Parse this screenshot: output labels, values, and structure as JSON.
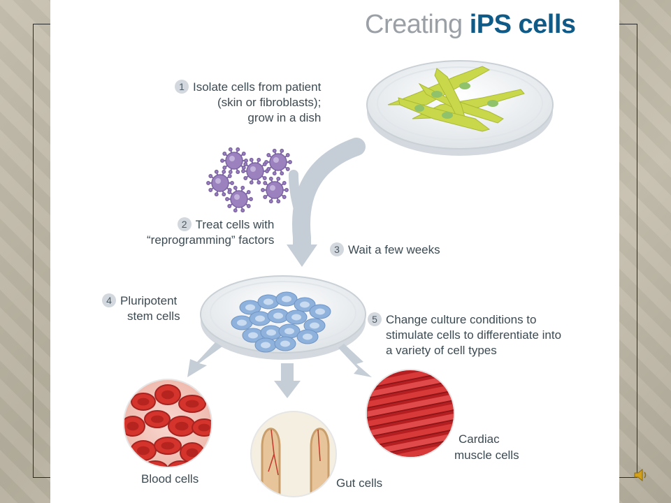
{
  "title": {
    "light": "Creating ",
    "bold": "iPS cells"
  },
  "steps": [
    {
      "num": "1",
      "lines": [
        "Isolate cells from patient",
        "(skin or fibroblasts);",
        "grow in a dish"
      ]
    },
    {
      "num": "2",
      "lines": [
        "Treat cells with",
        "“reprogramming” factors"
      ]
    },
    {
      "num": "3",
      "lines": [
        "Wait a few weeks"
      ]
    },
    {
      "num": "4",
      "lines": [
        "Pluripotent",
        "stem cells"
      ]
    },
    {
      "num": "5",
      "lines": [
        "Change culture conditions to",
        "stimulate cells to differentiate into",
        "a variety of cell types"
      ]
    }
  ],
  "cell_types": {
    "blood": "Blood cells",
    "gut": "Gut cells",
    "cardiac": [
      "Cardiac",
      "muscle cells"
    ]
  },
  "colors": {
    "title_bold": "#0f5a86",
    "arrow": "#c5ced6",
    "fibroblast": "#c9d84a",
    "virus": "#9b82be",
    "stem": "#8fb2dc",
    "blood": "#d5342c",
    "cardiac": "#c8262a",
    "gut": "#e8c49a"
  },
  "icons": {
    "speaker": "speaker-icon"
  }
}
